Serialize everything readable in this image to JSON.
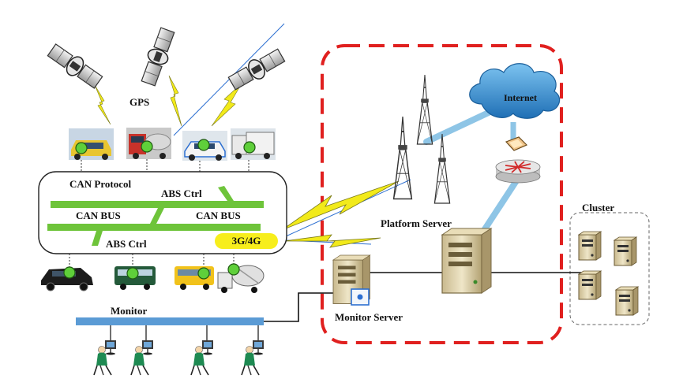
{
  "labels": {
    "gps": "GPS",
    "can_protocol": "CAN Protocol",
    "abs_ctrl_top": "ABS Ctrl",
    "can_bus_left": "CAN BUS",
    "can_bus_right": "CAN BUS",
    "abs_ctrl_bottom": "ABS Ctrl",
    "network": "3G/4G",
    "internet": "Internet",
    "platform_server": "Platform Server",
    "cluster": "Cluster",
    "monitor_server": "Monitor Server",
    "monitor": "Monitor"
  },
  "colors": {
    "bus_green": "#6ec43a",
    "node_green": "#5fcf3a",
    "zone_red": "#e0201f",
    "link_blue": "#8ec5e6",
    "monitor_bar": "#5b9bd5",
    "cloud_blue": "#2e86c8",
    "badge_yellow": "#f7ee1c",
    "lightning": "#f2ea1a"
  },
  "icons": [
    "satellite-icon",
    "bus-icon",
    "truck-icon",
    "car-icon",
    "tower-icon",
    "cloud-icon",
    "router-icon",
    "server-icon",
    "operator-icon"
  ]
}
